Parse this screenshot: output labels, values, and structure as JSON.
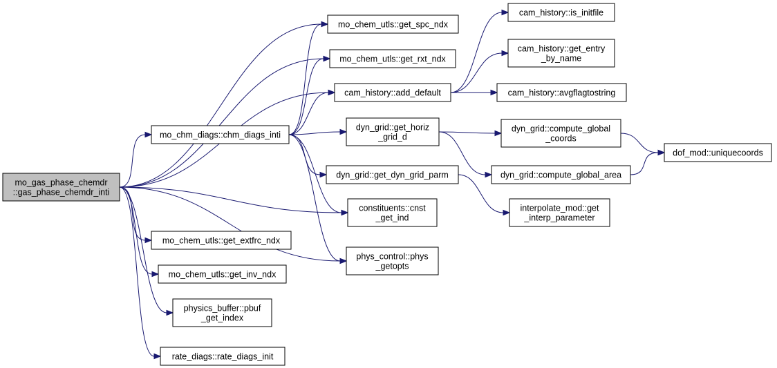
{
  "graph": {
    "colors": {
      "edge": "#191970",
      "root_fill": "#bfbfbf",
      "node_fill": "#ffffff",
      "border": "#000000"
    },
    "nodes": {
      "root": {
        "lines": [
          "mo_gas_phase_chemdr",
          "::gas_phase_chemdr_inti"
        ]
      },
      "chm_diags": {
        "lines": [
          "mo_chm_diags::chm_diags_inti"
        ]
      },
      "get_extfrc": {
        "lines": [
          "mo_chem_utls::get_extfrc_ndx"
        ]
      },
      "get_inv": {
        "lines": [
          "mo_chem_utls::get_inv_ndx"
        ]
      },
      "pbuf": {
        "lines": [
          "physics_buffer::pbuf",
          "_get_index"
        ]
      },
      "rate_diags": {
        "lines": [
          "rate_diags::rate_diags_init"
        ]
      },
      "get_spc": {
        "lines": [
          "mo_chem_utls::get_spc_ndx"
        ]
      },
      "get_rxt": {
        "lines": [
          "mo_chem_utls::get_rxt_ndx"
        ]
      },
      "add_default": {
        "lines": [
          "cam_history::add_default"
        ]
      },
      "get_horiz": {
        "lines": [
          "dyn_grid::get_horiz",
          "_grid_d"
        ]
      },
      "get_dyn_parm": {
        "lines": [
          "dyn_grid::get_dyn_grid_parm"
        ]
      },
      "cnst_get_ind": {
        "lines": [
          "constituents::cnst",
          "_get_ind"
        ]
      },
      "phys_getopts": {
        "lines": [
          "phys_control::phys",
          "_getopts"
        ]
      },
      "is_initfile": {
        "lines": [
          "cam_history::is_initfile"
        ]
      },
      "get_entry": {
        "lines": [
          "cam_history::get_entry",
          "_by_name"
        ]
      },
      "avgflag": {
        "lines": [
          "cam_history::avgflagtostring"
        ]
      },
      "gcoords": {
        "lines": [
          "dyn_grid::compute_global",
          "_coords"
        ]
      },
      "garea": {
        "lines": [
          "dyn_grid::compute_global_area"
        ]
      },
      "interp": {
        "lines": [
          "interpolate_mod::get",
          "_interp_parameter"
        ]
      },
      "uniquecoords": {
        "lines": [
          "dof_mod::uniquecoords"
        ]
      }
    },
    "edges": [
      {
        "from": "root",
        "to": "get_spc"
      },
      {
        "from": "root",
        "to": "get_rxt"
      },
      {
        "from": "root",
        "to": "add_default"
      },
      {
        "from": "root",
        "to": "chm_diags"
      },
      {
        "from": "root",
        "to": "cnst_get_ind"
      },
      {
        "from": "root",
        "to": "phys_getopts"
      },
      {
        "from": "root",
        "to": "get_extfrc"
      },
      {
        "from": "root",
        "to": "get_inv"
      },
      {
        "from": "root",
        "to": "pbuf"
      },
      {
        "from": "root",
        "to": "rate_diags"
      },
      {
        "from": "chm_diags",
        "to": "get_spc"
      },
      {
        "from": "chm_diags",
        "to": "get_rxt"
      },
      {
        "from": "chm_diags",
        "to": "add_default"
      },
      {
        "from": "chm_diags",
        "to": "get_horiz"
      },
      {
        "from": "chm_diags",
        "to": "get_dyn_parm"
      },
      {
        "from": "chm_diags",
        "to": "cnst_get_ind"
      },
      {
        "from": "chm_diags",
        "to": "phys_getopts"
      },
      {
        "from": "add_default",
        "to": "is_initfile"
      },
      {
        "from": "add_default",
        "to": "get_entry"
      },
      {
        "from": "add_default",
        "to": "avgflag"
      },
      {
        "from": "get_horiz",
        "to": "gcoords"
      },
      {
        "from": "get_horiz",
        "to": "garea"
      },
      {
        "from": "get_dyn_parm",
        "to": "interp"
      },
      {
        "from": "gcoords",
        "to": "uniquecoords"
      },
      {
        "from": "garea",
        "to": "uniquecoords"
      }
    ]
  }
}
